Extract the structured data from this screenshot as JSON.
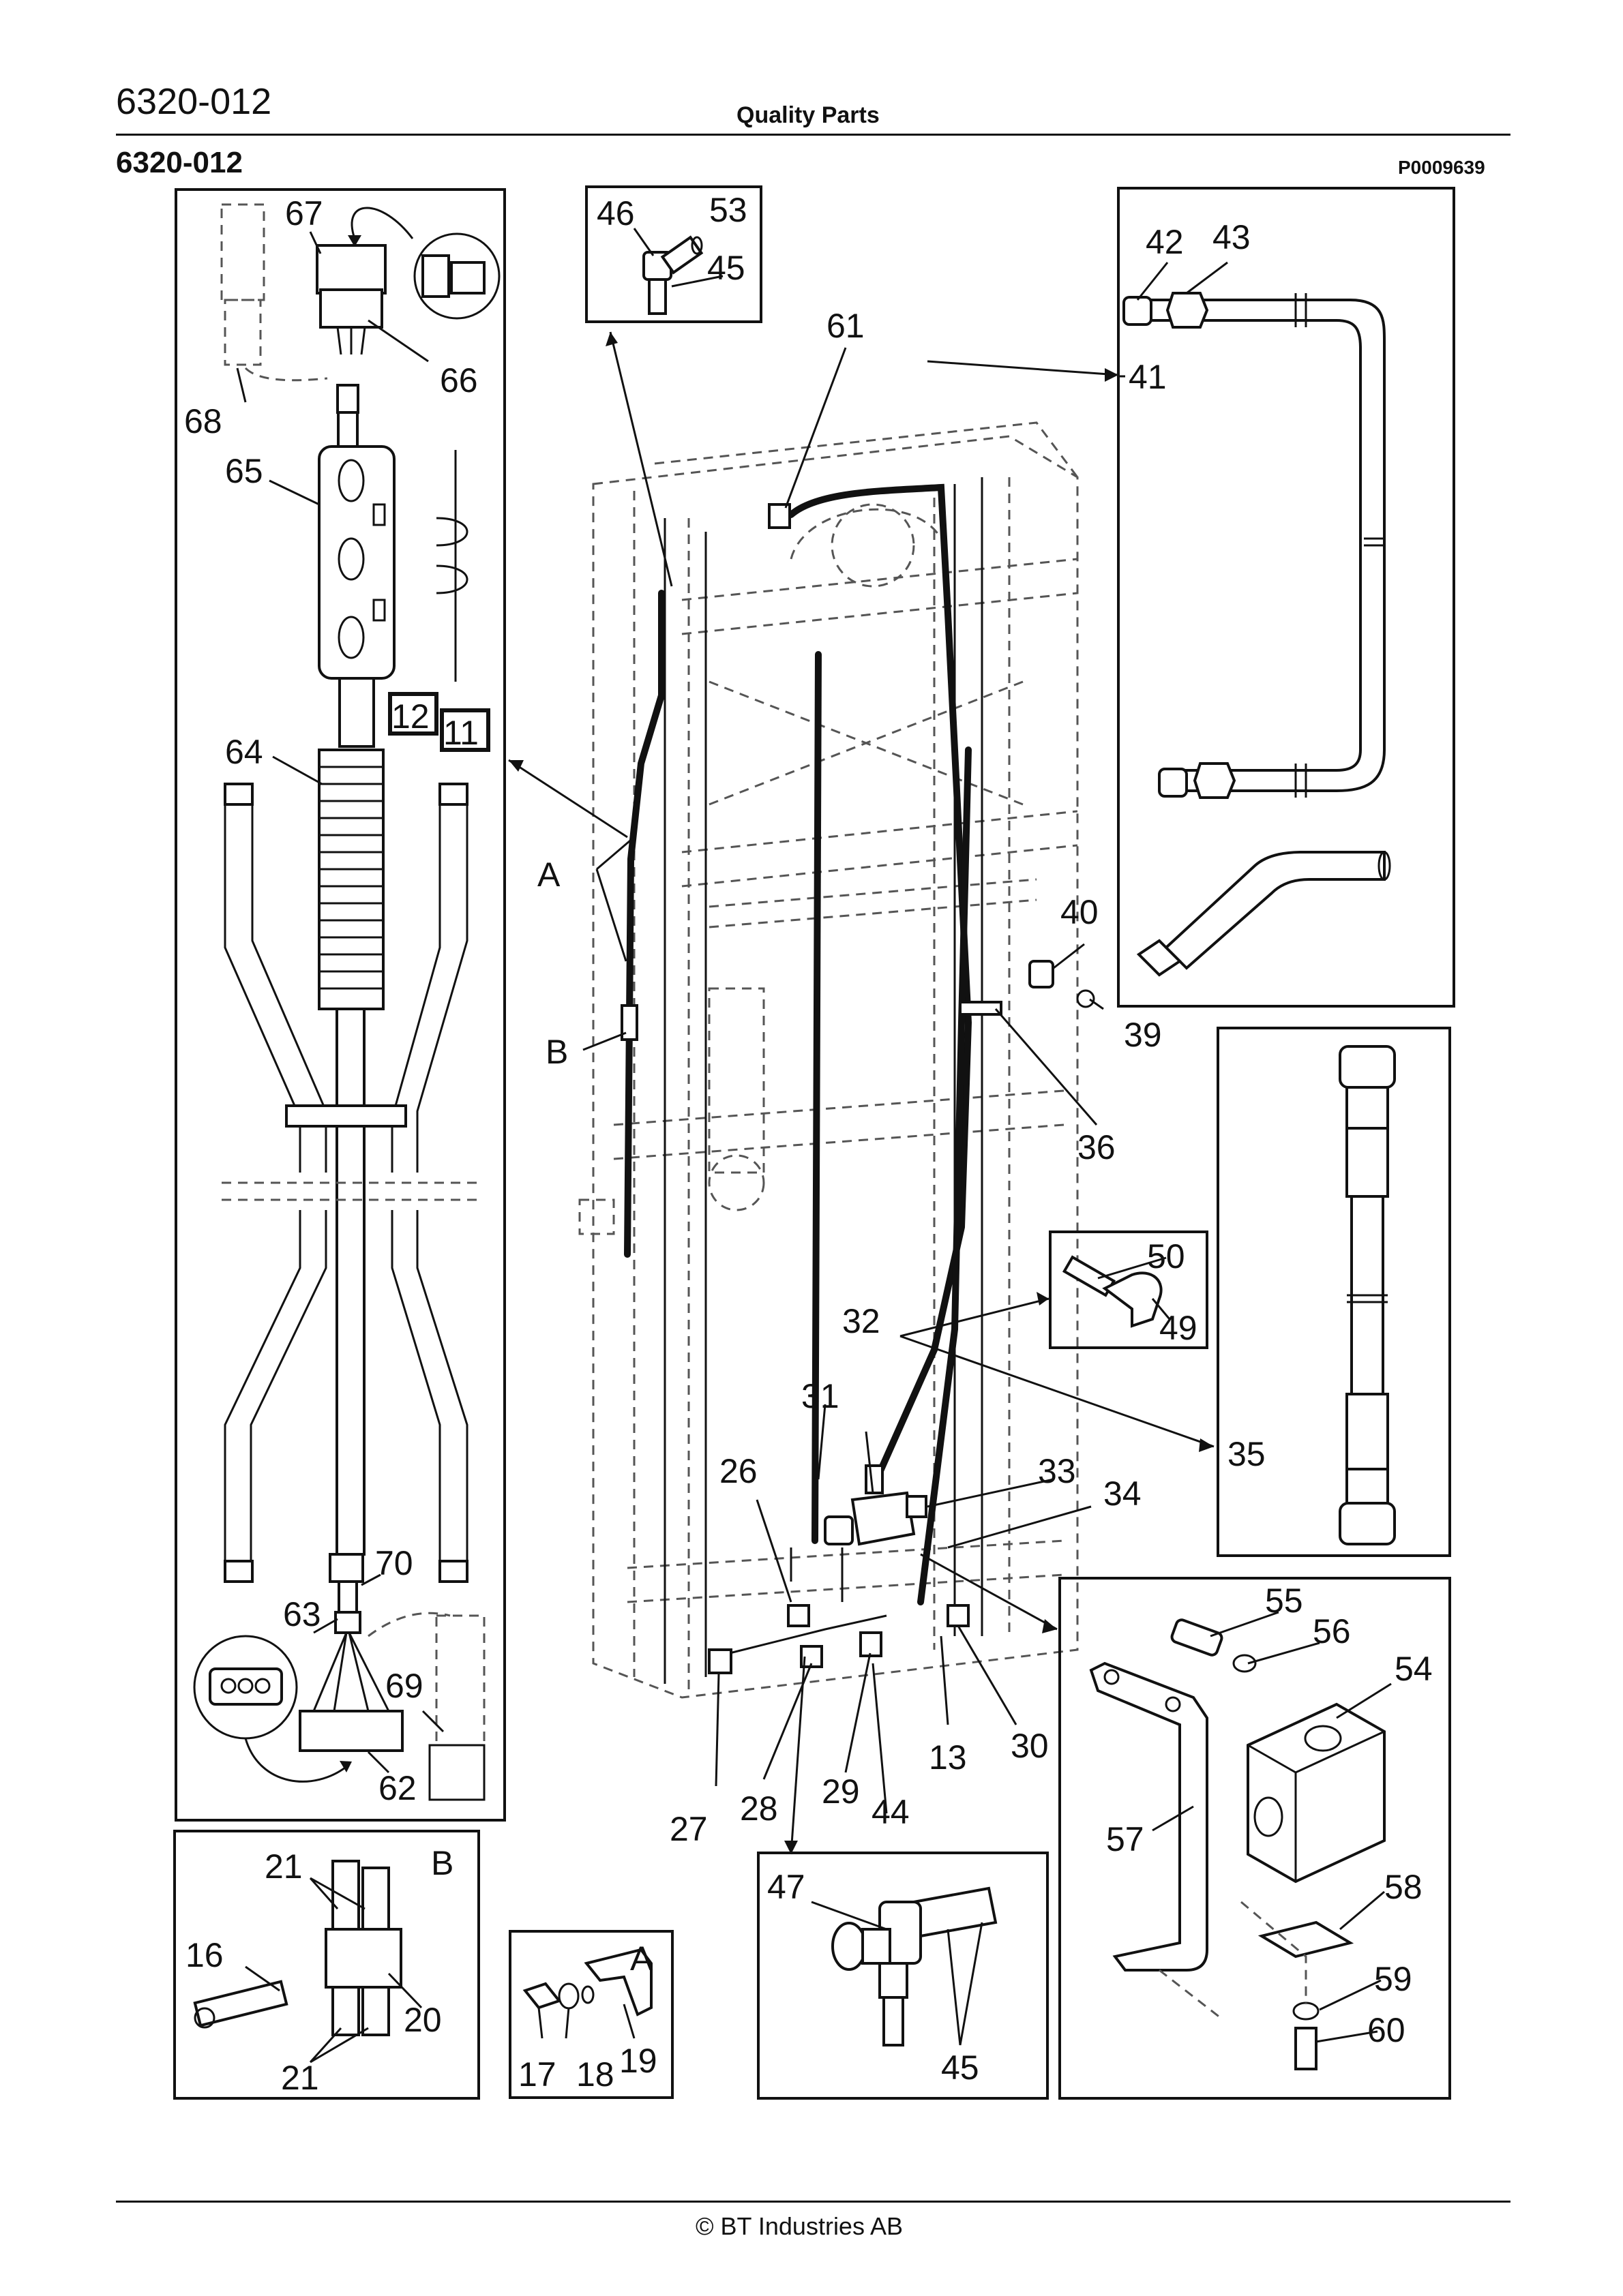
{
  "header": {
    "page_number": "6320-012",
    "title": "Quality Parts",
    "section_number": "6320-012",
    "drawing_ref": "P0009639"
  },
  "footer": {
    "copyright": "© BT Industries AB"
  },
  "callouts": {
    "c11": "11",
    "c12": "12",
    "c13": "13",
    "c16": "16",
    "c17": "17",
    "c18": "18",
    "c19": "19",
    "c20": "20",
    "c21a": "21",
    "c21b": "21",
    "c26": "26",
    "c27": "27",
    "c28": "28",
    "c29": "29",
    "c30": "30",
    "c31": "31",
    "c32": "32",
    "c33": "33",
    "c34": "34",
    "c35": "35",
    "c36": "36",
    "c39": "39",
    "c40": "40",
    "c41": "41",
    "c42": "42",
    "c43": "43",
    "c44": "44",
    "c45a": "45",
    "c45b": "45",
    "c46": "46",
    "c47": "47",
    "c49": "49",
    "c50": "50",
    "c53": "53",
    "c54": "54",
    "c55": "55",
    "c56": "56",
    "c57": "57",
    "c58": "58",
    "c59": "59",
    "c60": "60",
    "c61": "61",
    "c62": "62",
    "c63": "63",
    "c64": "64",
    "c65": "65",
    "c66": "66",
    "c67": "67",
    "c68": "68",
    "c69": "69",
    "c70": "70"
  },
  "view_labels": {
    "main_a": "A",
    "main_b": "B",
    "detail_a": "A",
    "detail_b": "B"
  }
}
